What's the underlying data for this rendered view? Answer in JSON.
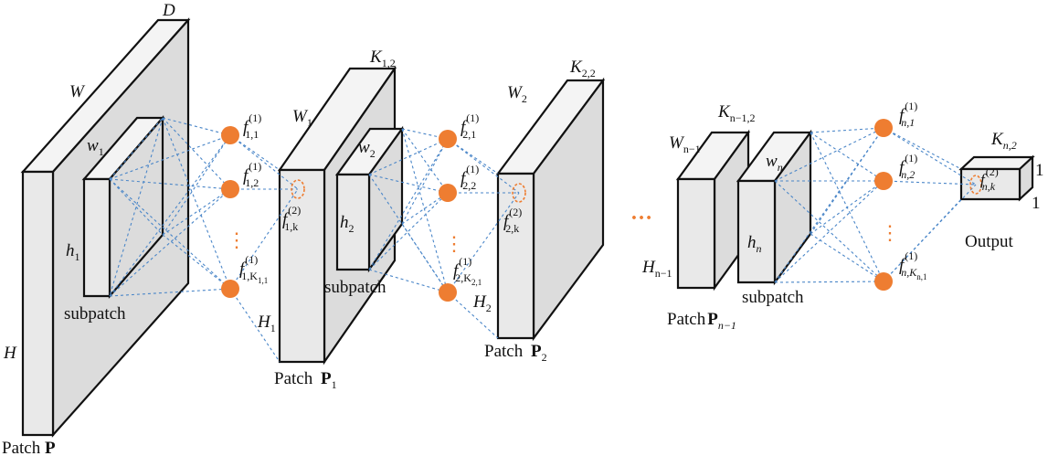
{
  "labels": {
    "patch_p": "Patch",
    "patch_p_sym": "P",
    "D": "D",
    "W": "W",
    "H": "H",
    "w1": "w",
    "w1_sub": "1",
    "h1": "h",
    "h1_sub": "1",
    "subpatch1": "subpatch",
    "f11": "f",
    "f11_sub": "1,1",
    "f11_sup": "(1)",
    "f12": "f",
    "f12_sub": "1,2",
    "f12_sup": "(1)",
    "f1K": "f",
    "f1K_sub": "1,K",
    "f1K_subsub": "1,1",
    "f1K_sup": "(1)",
    "dots": "⋮",
    "K12": "K",
    "K12_sub": "1,2",
    "W1": "W",
    "W1_sub": "1",
    "H1": "H",
    "H1_sub": "1",
    "f1k2": "f",
    "f1k2_sub": "1,k",
    "f1k2_sup": "(2)",
    "patch_p1": "Patch",
    "patch_p1_sym": "P",
    "patch_p1_sub": "1",
    "w2": "w",
    "w2_sub": "2",
    "h2": "h",
    "h2_sub": "2",
    "subpatch2": "subpatch",
    "f21": "f",
    "f21_sub": "2,1",
    "f21_sup": "(1)",
    "f22": "f",
    "f22_sub": "2,2",
    "f22_sup": "(1)",
    "f2K": "f",
    "f2K_sub": "2,K",
    "f2K_subsub": "2,1",
    "f2K_sup": "(1)",
    "K22": "K",
    "K22_sub": "2,2",
    "W2": "W",
    "W2_sub": "2",
    "H2": "H",
    "H2_sub": "2",
    "f2k2": "f",
    "f2k2_sub": "2,k",
    "f2k2_sup": "(2)",
    "patch_p2": "Patch",
    "patch_p2_sym": "P",
    "patch_p2_sub": "2",
    "ellipsis": "…",
    "Kn12": "K",
    "Kn12_sub": "n−1,2",
    "Wn1": "W",
    "Wn1_sub": "n−1",
    "Hn1": "H",
    "Hn1_sub": "n−1",
    "patch_pn1": "Patch",
    "patch_pn1_sym": "P",
    "patch_pn1_sub": "n−1",
    "wn": "w",
    "wn_sub": "n",
    "hn": "h",
    "hn_sub": "n",
    "subpatchn": "subpatch",
    "fn1": "f",
    "fn1_sub": "n,1",
    "fn1_sup": "(1)",
    "fn2": "f",
    "fn2_sub": "n,2",
    "fn2_sup": "(1)",
    "fnK": "f",
    "fnK_sub": "n,K",
    "fnK_subsub": "n,1",
    "fnK_sup": "(1)",
    "Kn2": "K",
    "Kn2_sub": "n,2",
    "fnk2": "f",
    "fnk2_sub": "n,k",
    "fnk2_sup": "(2)",
    "one_a": "1",
    "one_b": "1",
    "output": "Output"
  },
  "colors": {
    "node": "#ee7d31",
    "connection": "#4a86c8",
    "box_edge": "#111111",
    "box_fill": "#e9e9e9"
  }
}
